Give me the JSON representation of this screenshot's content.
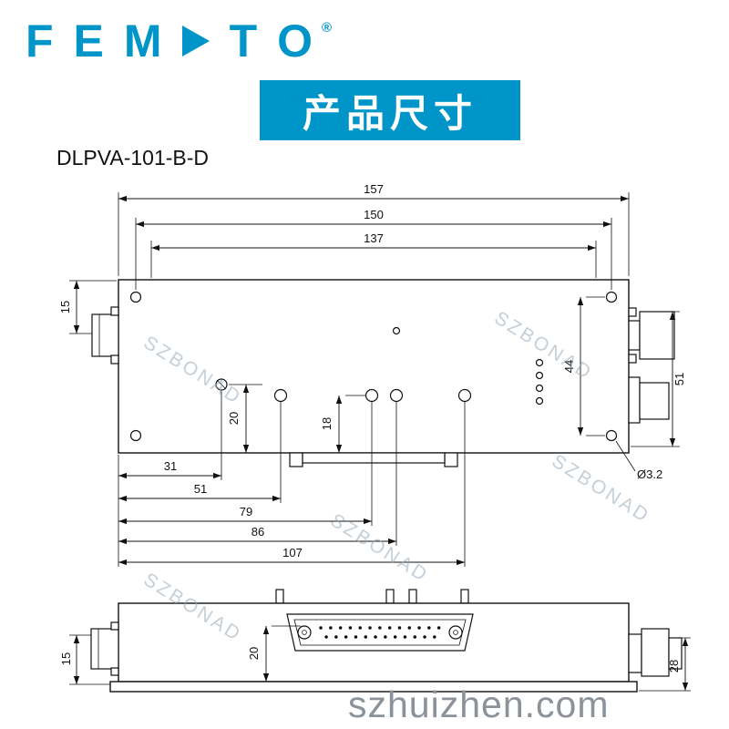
{
  "logo": {
    "l1": "F",
    "l2": "E",
    "l3": "M",
    "l4": "T",
    "l5": "O",
    "registered": "®"
  },
  "banner": {
    "title": "产品尺寸"
  },
  "model": "DLPVA-101-B-D",
  "watermark": "SZBONAD",
  "footer": "szhuizhen.com",
  "colors": {
    "brand": "#0095c9",
    "line": "#111111",
    "watermark": "#96a7b6",
    "footer": "#8c9299"
  },
  "drawing": {
    "top_view": {
      "dims": {
        "overall_width": "157",
        "hole_span": "150",
        "inner_span": "137",
        "left_offset": "15",
        "right_hole_span": "44",
        "overall_height": "51",
        "screw_depth": "20",
        "hole_depth": "18",
        "pos_31": "31",
        "pos_51": "51",
        "pos_79": "79",
        "pos_86": "86",
        "pos_107": "107",
        "corner_hole_dia": "Ø3.2"
      }
    },
    "side_view": {
      "dims": {
        "connector_offset": "20",
        "left_height": "15",
        "right_height": "28"
      }
    }
  }
}
